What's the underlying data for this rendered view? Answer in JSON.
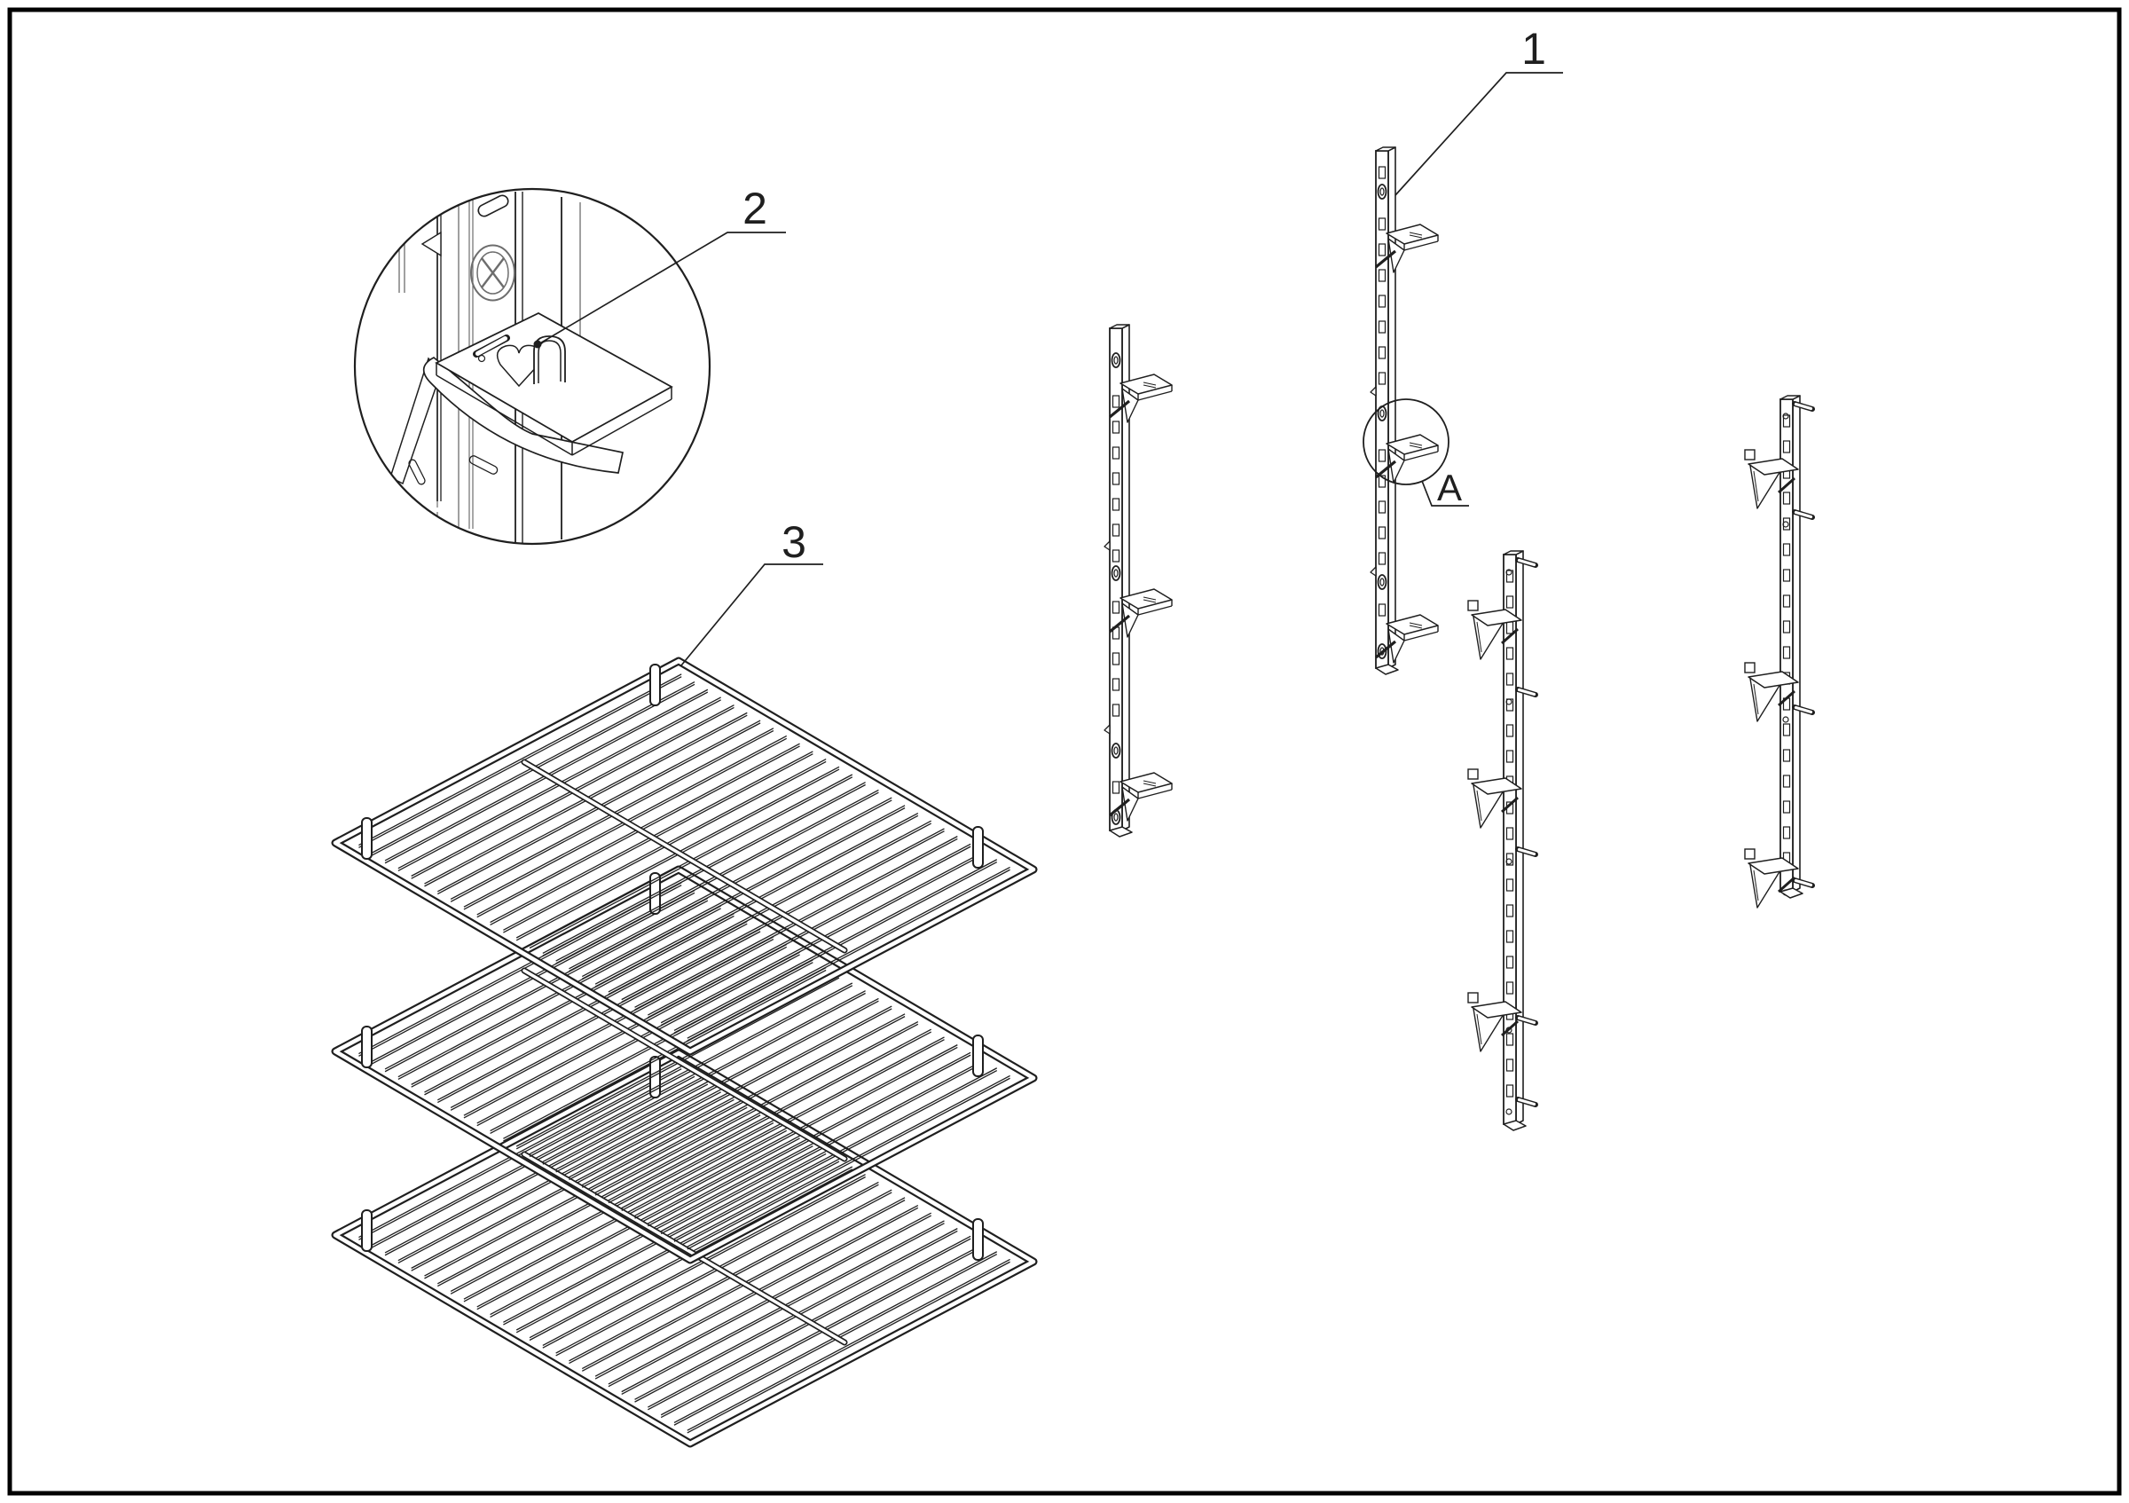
{
  "labels": {
    "part_1": "1",
    "part_2": "2",
    "part_3": "3",
    "detail_a": "A"
  },
  "colors": {
    "background": "#ffffff",
    "line": "#1f1f1f",
    "soft_line": "#6d6d6d",
    "border": "#000000"
  }
}
